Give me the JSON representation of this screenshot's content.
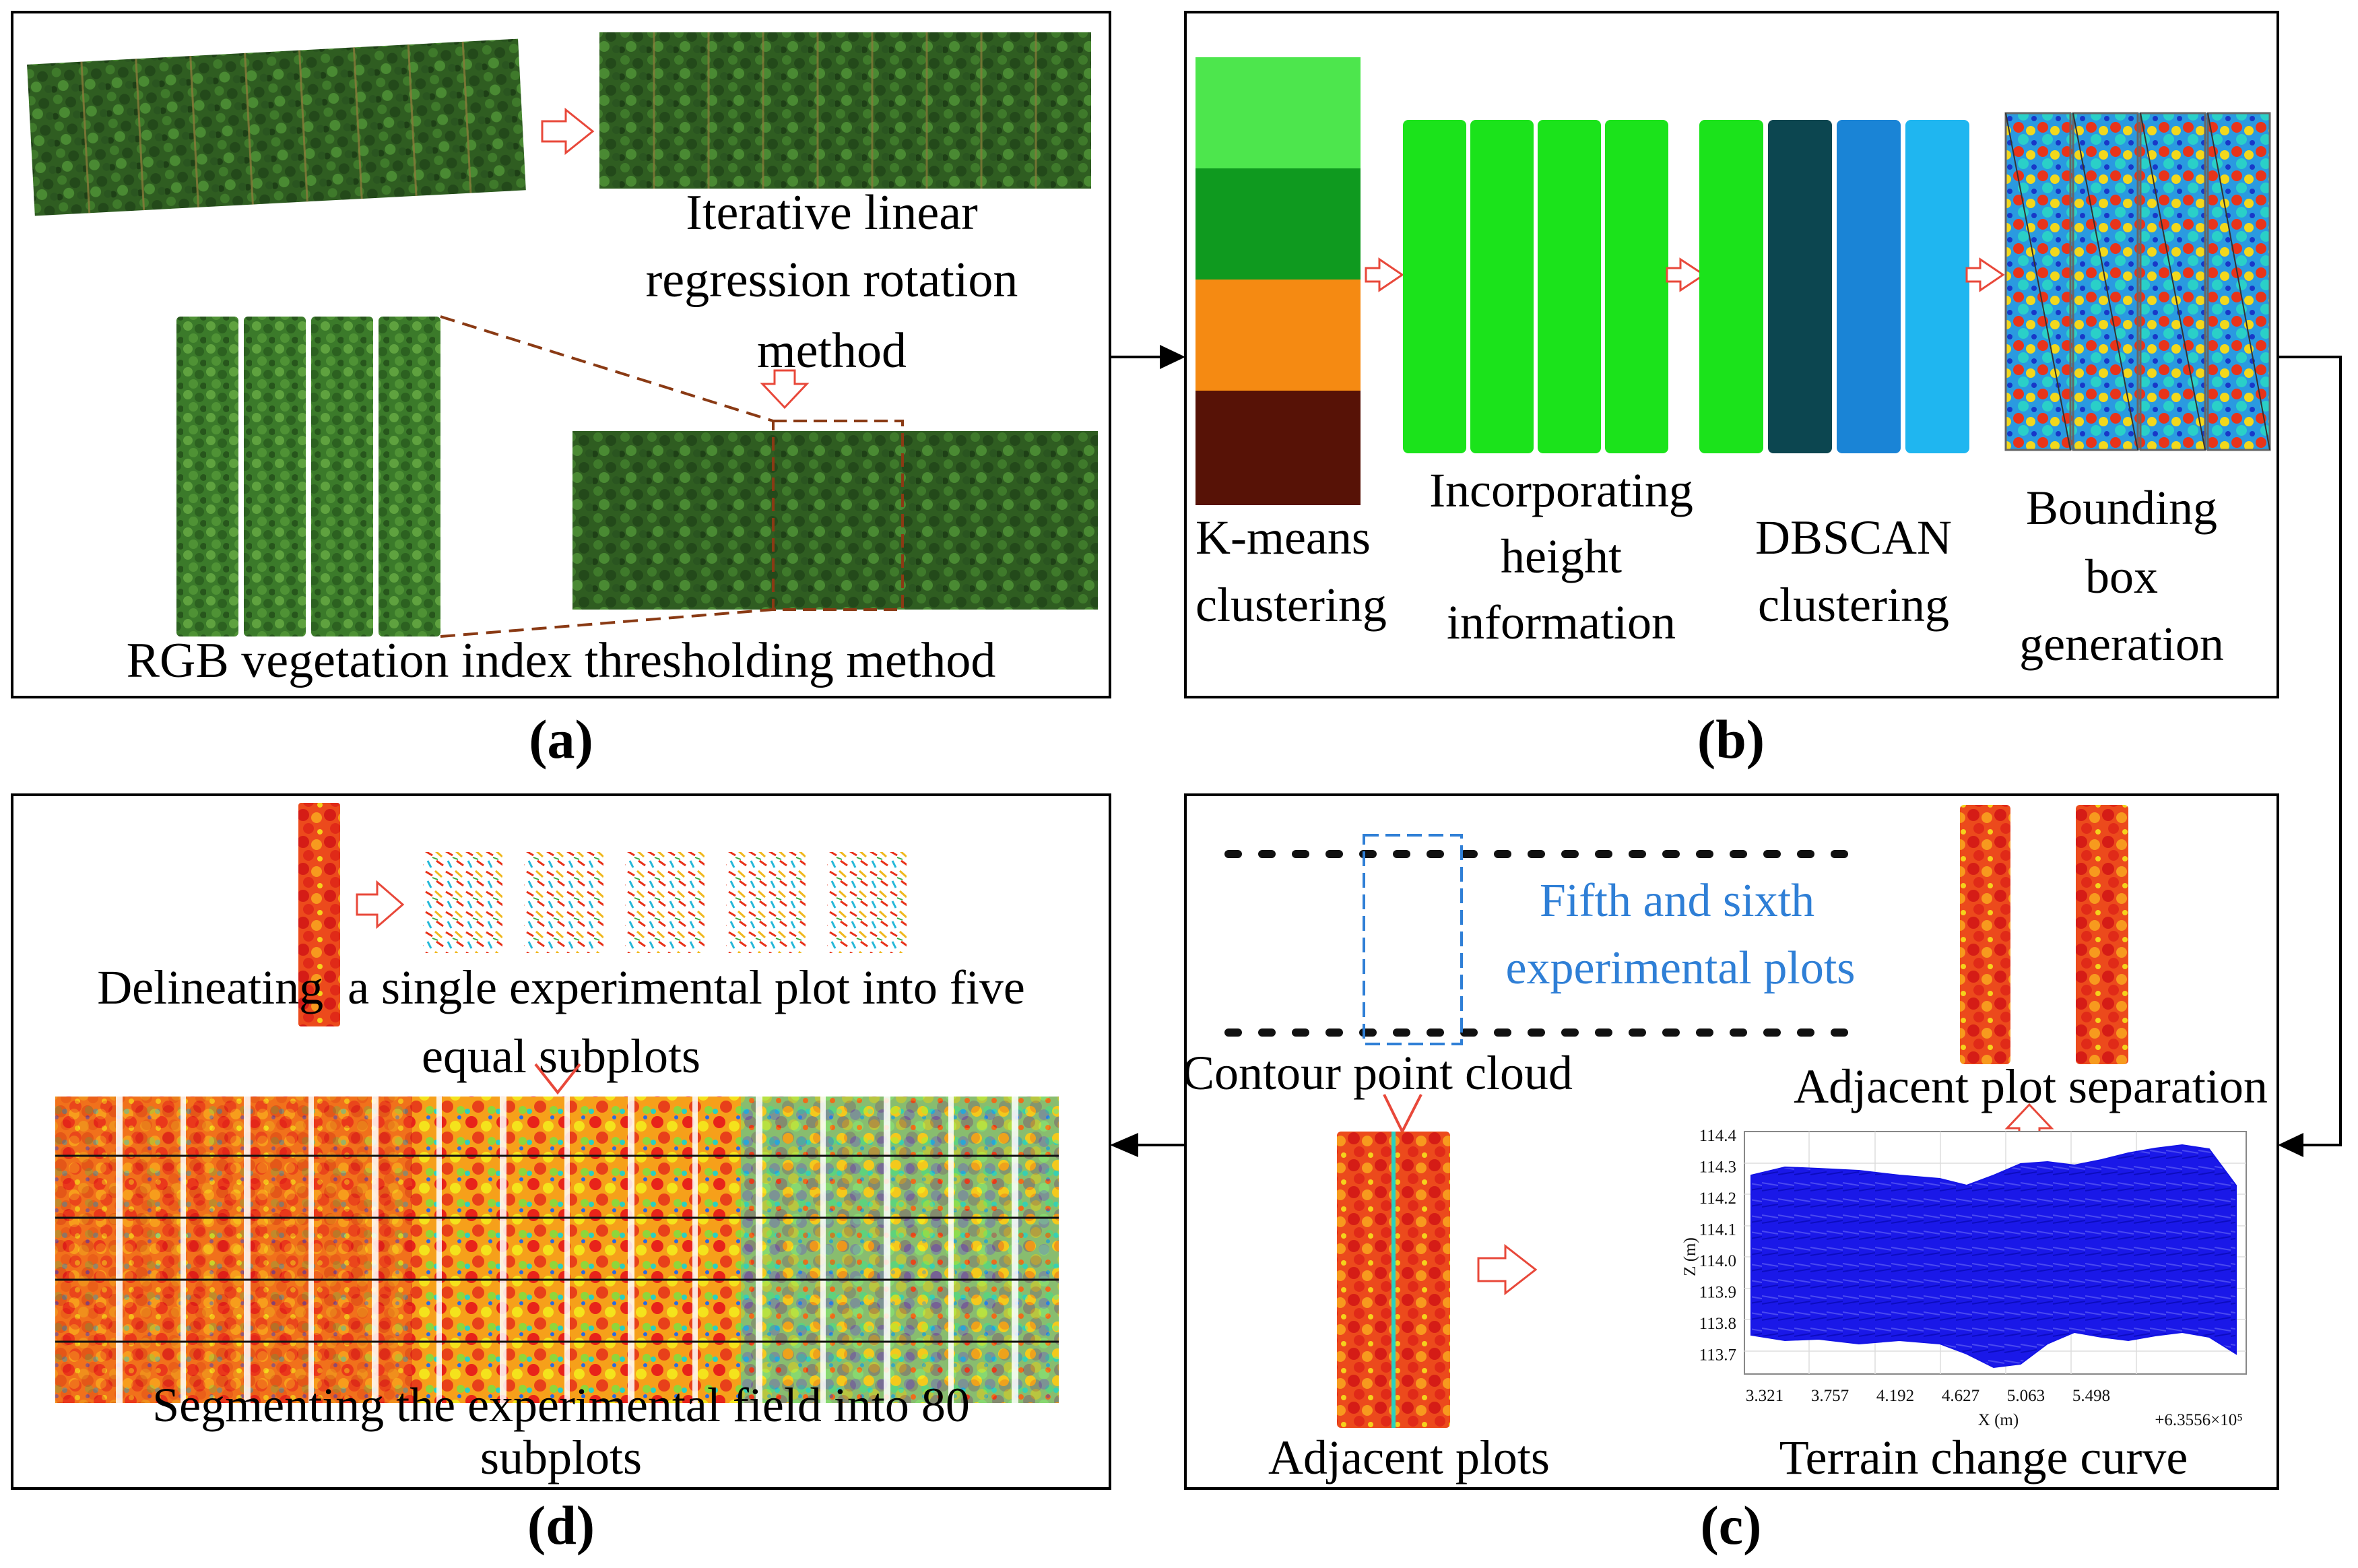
{
  "panel_a": {
    "caption": "(a)",
    "rotation_label": [
      "Iterative linear",
      "regression rotation",
      "method"
    ],
    "threshold_label": "RGB vegetation index thresholding method"
  },
  "panel_b": {
    "caption": "(b)",
    "kmeans_label": [
      "K-means",
      "clustering"
    ],
    "height_label": [
      "Incorporating",
      "height",
      "information"
    ],
    "dbscan_label": [
      "DBSCAN",
      "clustering"
    ],
    "bbox_label": [
      "Bounding",
      "box",
      "generation"
    ],
    "cluster_colors": [
      "#4de64d",
      "#0f9a1f",
      "#f58a12",
      "#571206"
    ],
    "dbscan_colors": [
      "#1be31b",
      "#0c4650",
      "#1a84d6",
      "#1fb6f0"
    ]
  },
  "panel_c": {
    "caption": "(c)",
    "contour_label": "Contour point cloud",
    "plots_label": [
      "Fifth and sixth",
      "experimental plots"
    ],
    "separation_label": "Adjacent plot separation",
    "adjacent_label": "Adjacent plots",
    "terrain_label": "Terrain change curve",
    "terrain_chart": {
      "ylabel": "Z (m)",
      "xlabel": "X (m)",
      "offset_label": "+6.3556×10⁵",
      "yticks": [
        "114.4",
        "114.3",
        "114.2",
        "114.1",
        "114.0",
        "113.9",
        "113.8",
        "113.7"
      ],
      "xticks": [
        "3.321",
        "3.757",
        "4.192",
        "4.627",
        "5.063",
        "5.498"
      ],
      "line_color": "#1414e6"
    }
  },
  "panel_d": {
    "caption": "(d)",
    "delineating_label": [
      "Delineating  a single experimental plot into five",
      "equal subplots"
    ],
    "segmenting_label": [
      "Segmenting the experimental field into 80",
      "subplots"
    ]
  }
}
